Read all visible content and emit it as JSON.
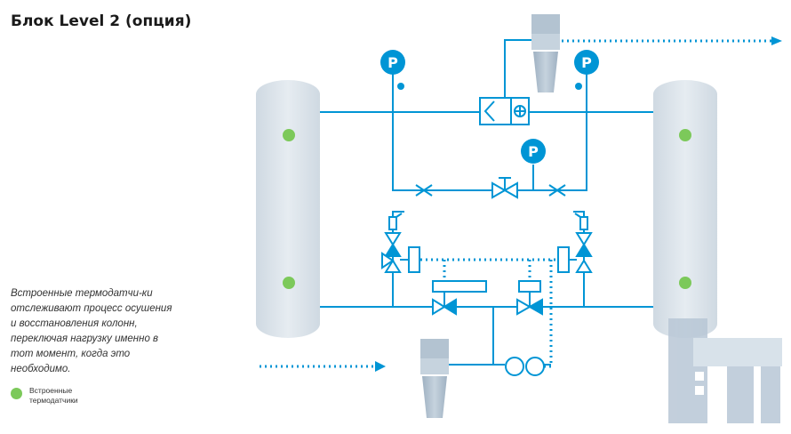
{
  "title": "Блок Level 2 (опция)",
  "description": "Встроенные термодатчи-ки отслеживают процесс осушения и восстановления колонн, переключая нагрузку именно в тот момент, когда это необходимо.",
  "legend": {
    "label": "Встроенные термодатчики"
  },
  "pressure_gauge_label": "P",
  "colors": {
    "line": "#0095d5",
    "column_fill": "#d9e2ea",
    "sensor": "#7cc95a",
    "filter_body": "#a9bac9",
    "logo": "#b8c7d6"
  }
}
